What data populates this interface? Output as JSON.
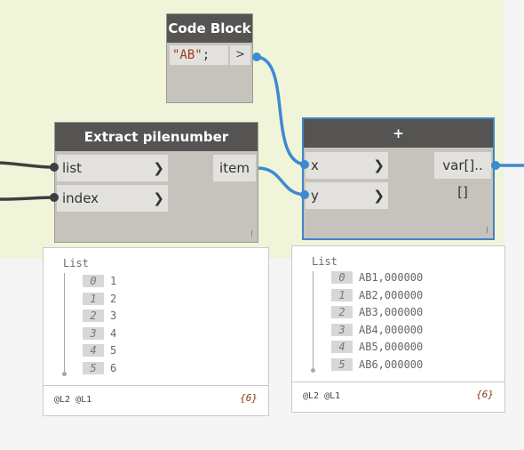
{
  "code_block": {
    "title": "Code Block",
    "code_string": "\"AB\"",
    "code_terminator": ";",
    "output_label": ">"
  },
  "extract_node": {
    "title": "Extract pilenumber",
    "inputs": [
      {
        "label": "list",
        "arrow": "❯"
      },
      {
        "label": "index",
        "arrow": "❯"
      }
    ],
    "output": "item",
    "lacing_mark": "l"
  },
  "plus_node": {
    "title": "+",
    "inputs": [
      {
        "label": "x",
        "arrow": "❯"
      },
      {
        "label": "y",
        "arrow": "❯"
      }
    ],
    "output": "var[]..[]",
    "lacing_mark": "l"
  },
  "preview_left": {
    "title": "List",
    "items": [
      {
        "index": "0",
        "value": "1"
      },
      {
        "index": "1",
        "value": "2"
      },
      {
        "index": "2",
        "value": "3"
      },
      {
        "index": "3",
        "value": "4"
      },
      {
        "index": "4",
        "value": "5"
      },
      {
        "index": "5",
        "value": "6"
      }
    ],
    "levels": "@L2 @L1",
    "count": "{6}"
  },
  "preview_right": {
    "title": "List",
    "items": [
      {
        "index": "0",
        "value": "AB1,000000"
      },
      {
        "index": "1",
        "value": "AB2,000000"
      },
      {
        "index": "2",
        "value": "AB3,000000"
      },
      {
        "index": "3",
        "value": "AB4,000000"
      },
      {
        "index": "4",
        "value": "AB5,000000"
      },
      {
        "index": "5",
        "value": "AB6,000000"
      }
    ],
    "levels": "@L2 @L1",
    "count": "{6}"
  },
  "colors": {
    "group_background": "#f0f5d9",
    "node_header": "#555453",
    "node_body": "#c6c3bc",
    "wire_blue": "#3d8ad0",
    "wire_gray": "#3e3e3e",
    "selection": "#3f84c6"
  }
}
